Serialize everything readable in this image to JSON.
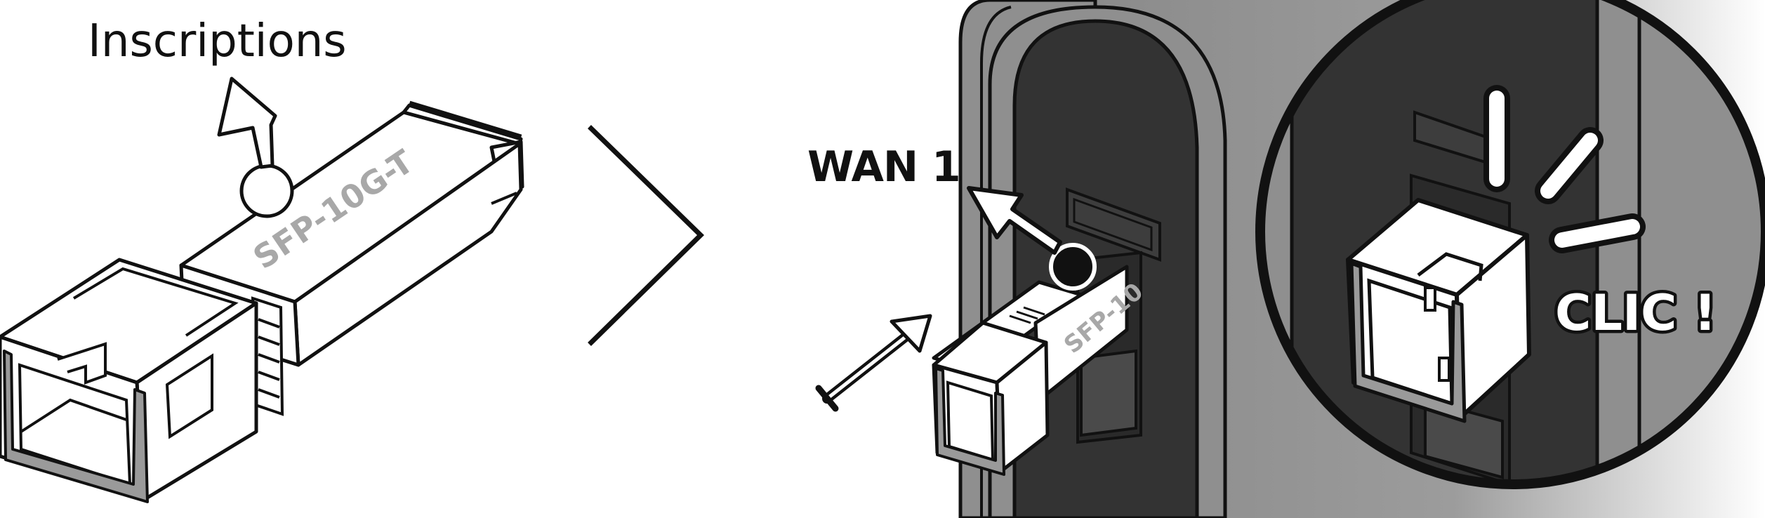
{
  "labels": {
    "inscriptions": "Inscriptions",
    "module_text": "SFP-10G-T",
    "module_text_partial": "SFP-10",
    "port_label": "WAN 1",
    "click_sound": "CLIC !"
  },
  "colors": {
    "outline": "#111111",
    "device_body": "#8f8f8f",
    "panel_dark": "#333333",
    "module_white": "#ffffff",
    "module_text": "#a8a8a8",
    "latch_gray": "#9a9a9a"
  }
}
